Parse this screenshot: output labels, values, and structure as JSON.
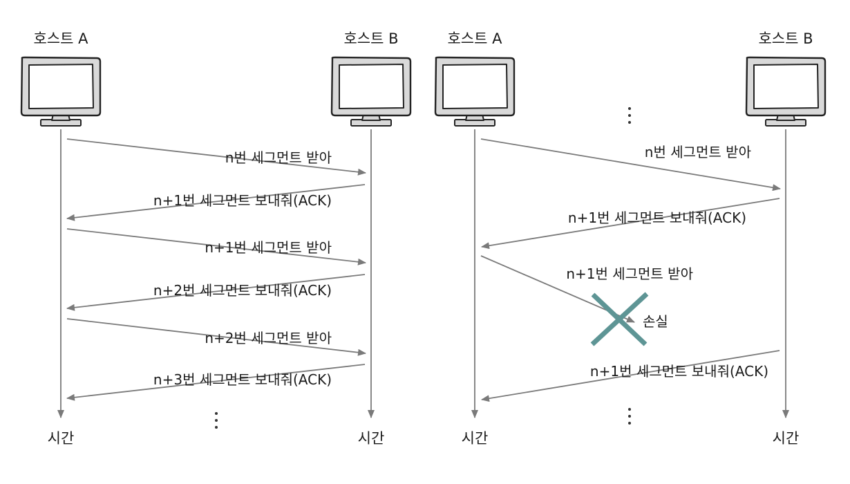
{
  "panels": [
    {
      "host_a": "호스트 A",
      "host_b": "호스트 B",
      "time_a": "시간",
      "time_b": "시간",
      "messages": [
        {
          "text": "n번 세그먼트 받아",
          "dir": "ab",
          "status": "delivered"
        },
        {
          "text": "n+1번 세그먼트 보내줘(ACK)",
          "dir": "ba",
          "status": "delivered"
        },
        {
          "text": "n+1번 세그먼트 받아",
          "dir": "ab",
          "status": "delivered"
        },
        {
          "text": "n+2번 세그먼트 보내줘(ACK)",
          "dir": "ba",
          "status": "delivered"
        },
        {
          "text": "n+2번 세그먼트 받아",
          "dir": "ab",
          "status": "delivered"
        },
        {
          "text": "n+3번 세그먼트 보내줘(ACK)",
          "dir": "ba",
          "status": "delivered"
        }
      ]
    },
    {
      "host_a": "호스트 A",
      "host_b": "호스트 B",
      "time_a": "시간",
      "time_b": "시간",
      "messages": [
        {
          "text": "n번 세그먼트 받아",
          "dir": "ab",
          "status": "delivered"
        },
        {
          "text": "n+1번 세그먼트 보내줘(ACK)",
          "dir": "ba",
          "status": "delivered"
        },
        {
          "text": "n+1번 세그먼트 받아",
          "dir": "ab",
          "status": "lost"
        },
        {
          "text": "n+1번 세그먼트 보내줘(ACK)",
          "dir": "ba",
          "status": "delivered"
        }
      ],
      "loss_label": "손실"
    }
  ],
  "colors": {
    "arrow": "#7a7a7a",
    "loss_mark": "#5e9595",
    "monitor_frame": "#d9d9d9",
    "monitor_outline": "#222222"
  },
  "icons": [
    "monitor-icon",
    "loss-x-icon",
    "ellipsis-icon"
  ]
}
